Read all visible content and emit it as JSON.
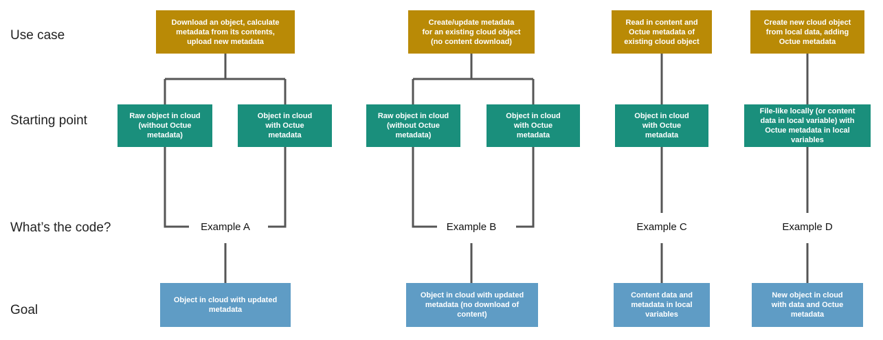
{
  "row_labels": {
    "use_case": "Use case",
    "starting_point": "Starting point",
    "code": "What’s the code?",
    "goal": "Goal"
  },
  "use_cases": [
    "Download an object, calculate\nmetadata from its contents,\nupload new metadata",
    "Create/update metadata\nfor an existing cloud object\n(no content download)",
    "Read in content and\nOctue metadata of\nexisting cloud object",
    "Create new cloud object\nfrom local data, adding\nOctue metadata"
  ],
  "starting_points": {
    "raw_a": "Raw object in cloud\n(without Octue\nmetadata)",
    "octue_a": "Object in cloud\nwith Octue\nmetadata",
    "raw_b": "Raw object in cloud\n(without Octue\nmetadata)",
    "octue_b": "Object in cloud\nwith Octue\nmetadata",
    "octue_c": "Object in cloud\nwith Octue\nmetadata",
    "local_d": "File-like locally (or content\ndata in local variable) with\nOctue metadata in local\nvariables"
  },
  "examples": [
    "Example A",
    "Example B",
    "Example C",
    "Example D"
  ],
  "goals": [
    "Object in cloud with updated\nmetadata",
    "Object in cloud with updated\nmetadata (no download of\ncontent)",
    "Content data and\nmetadata in local\nvariables",
    "New object in cloud\nwith data and Octue\nmetadata"
  ],
  "colors": {
    "use_case": "#b98a06",
    "starting_point": "#1a8f7c",
    "goal": "#5f9cc5",
    "connector": "#555555"
  }
}
